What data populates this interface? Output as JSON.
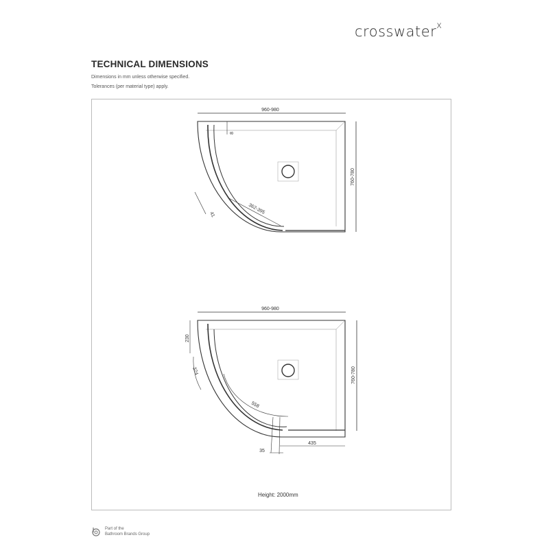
{
  "brand": {
    "logo_text": "crosswater",
    "logo_mark": "x"
  },
  "header": {
    "title": "TECHNICAL DIMENSIONS",
    "note1": "Dimensions in mm unless otherwise specified.",
    "note2": "Tolerances (per material type) apply."
  },
  "drawing1": {
    "width": "960-980",
    "depth": "760-780",
    "gap": "8",
    "door": "362-395",
    "offset": "41"
  },
  "drawing2": {
    "width": "960-980",
    "depth": "760-780",
    "top": "230",
    "arc1": "324",
    "arc2": "558",
    "bottom_left": "35",
    "bottom_right": "435"
  },
  "height_note": "Height: 2000mm",
  "footer": {
    "line1": "Part of the",
    "line2": "Bathroom Brands Group",
    "icon": "bathroom-brands-logo"
  }
}
